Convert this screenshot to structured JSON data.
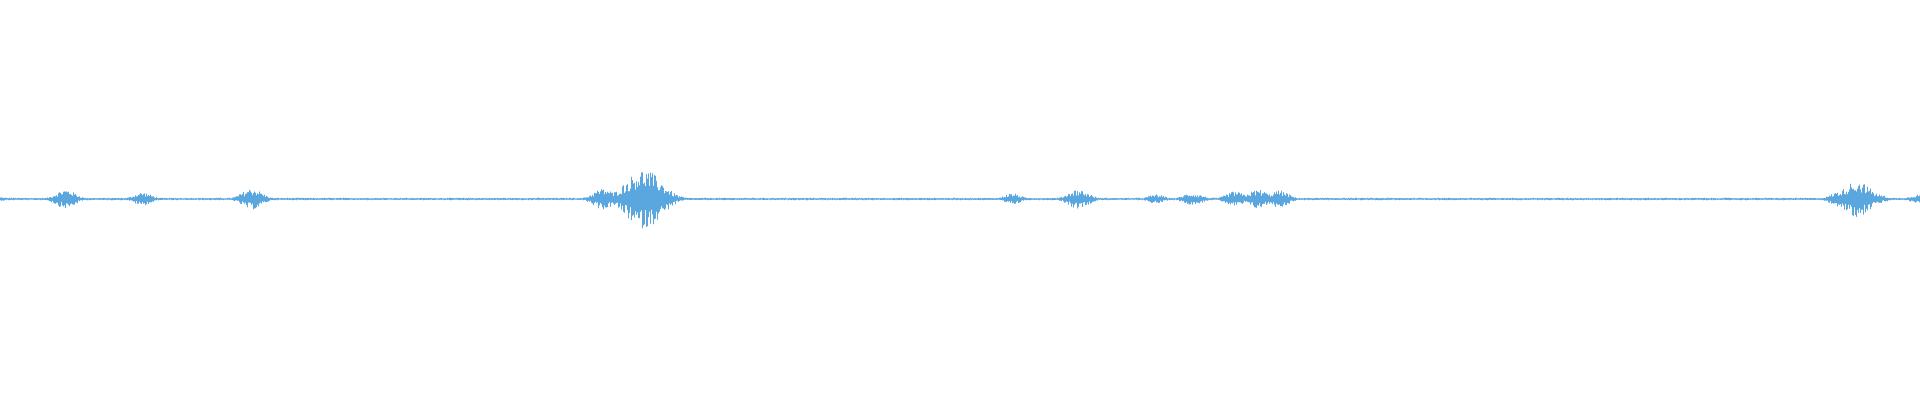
{
  "waveform": {
    "color": "#5aa7e0",
    "background": "#ffffff",
    "peaks_normalized": [
      [
        0.0,
        0.04
      ],
      [
        0.006,
        0.03
      ],
      [
        0.034,
        0.2
      ],
      [
        0.074,
        0.14
      ],
      [
        0.076,
        0.1
      ],
      [
        0.128,
        0.1
      ],
      [
        0.131,
        0.22
      ],
      [
        0.134,
        0.1
      ],
      [
        0.314,
        0.22
      ],
      [
        0.318,
        0.14
      ],
      [
        0.326,
        0.26
      ],
      [
        0.331,
        0.18
      ],
      [
        0.335,
        0.62
      ],
      [
        0.338,
        0.36
      ],
      [
        0.342,
        0.22
      ],
      [
        0.35,
        0.1
      ],
      [
        0.527,
        0.12
      ],
      [
        0.561,
        0.2
      ],
      [
        0.564,
        0.14
      ],
      [
        0.602,
        0.1
      ],
      [
        0.62,
        0.12
      ],
      [
        0.623,
        0.1
      ],
      [
        0.643,
        0.16
      ],
      [
        0.652,
        0.14
      ],
      [
        0.655,
        0.2
      ],
      [
        0.658,
        0.1
      ],
      [
        0.666,
        0.18
      ],
      [
        0.855,
        0.03
      ],
      [
        0.958,
        0.16
      ],
      [
        0.963,
        0.18
      ],
      [
        0.967,
        0.38
      ],
      [
        0.971,
        0.18
      ],
      [
        0.978,
        0.1
      ],
      [
        0.999,
        0.1
      ]
    ],
    "noise_floor": 0.025
  }
}
